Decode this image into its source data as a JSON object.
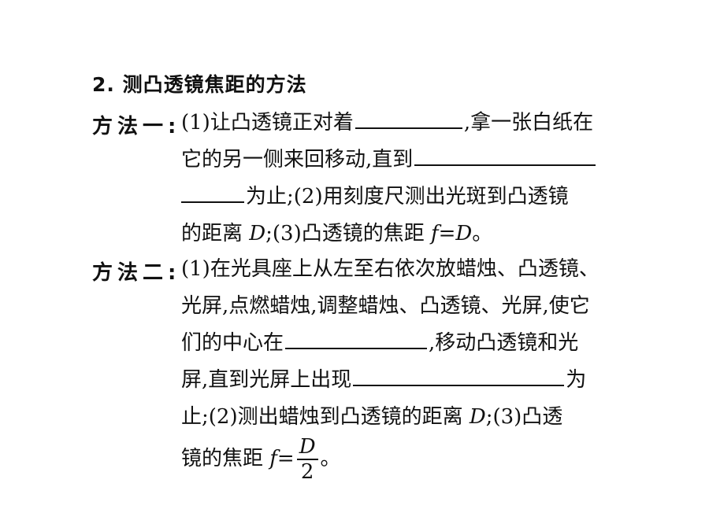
{
  "heading": "2. 测凸透镜焦距的方法",
  "method1": {
    "label": "方法一:",
    "l1a": "(1)让凸透镜正对着",
    "l1b": ",拿一张白纸在",
    "l2a": "它的另一侧来回移动,直到",
    "l3a": "为止;(2)用刻度尺测出光斑到凸透镜",
    "l4a": "的距离 ",
    "l4var": "D",
    "l4b": ";(3)凸透镜的焦距 ",
    "l4f": "f",
    "l4c": "=",
    "l4var2": "D",
    "l4end": "。"
  },
  "method2": {
    "label": "方法二:",
    "l1": "(1)在光具座上从左至右依次放蜡烛、凸透镜、",
    "l2": "光屏,点燃蜡烛,调整蜡烛、凸透镜、光屏,使它",
    "l3a": "们的中心在",
    "l3b": ",移动凸透镜和光",
    "l4a": "屏,直到光屏上出现",
    "l4b": "为",
    "l5a": "止;(2)测出蜡烛到凸透镜的距离 ",
    "l5var": "D",
    "l5b": ";(3)凸透",
    "l6a": "镜的焦距 ",
    "l6f": "f",
    "l6eq": "=",
    "frac_num": "D",
    "frac_den": "2",
    "l6end": "。"
  }
}
